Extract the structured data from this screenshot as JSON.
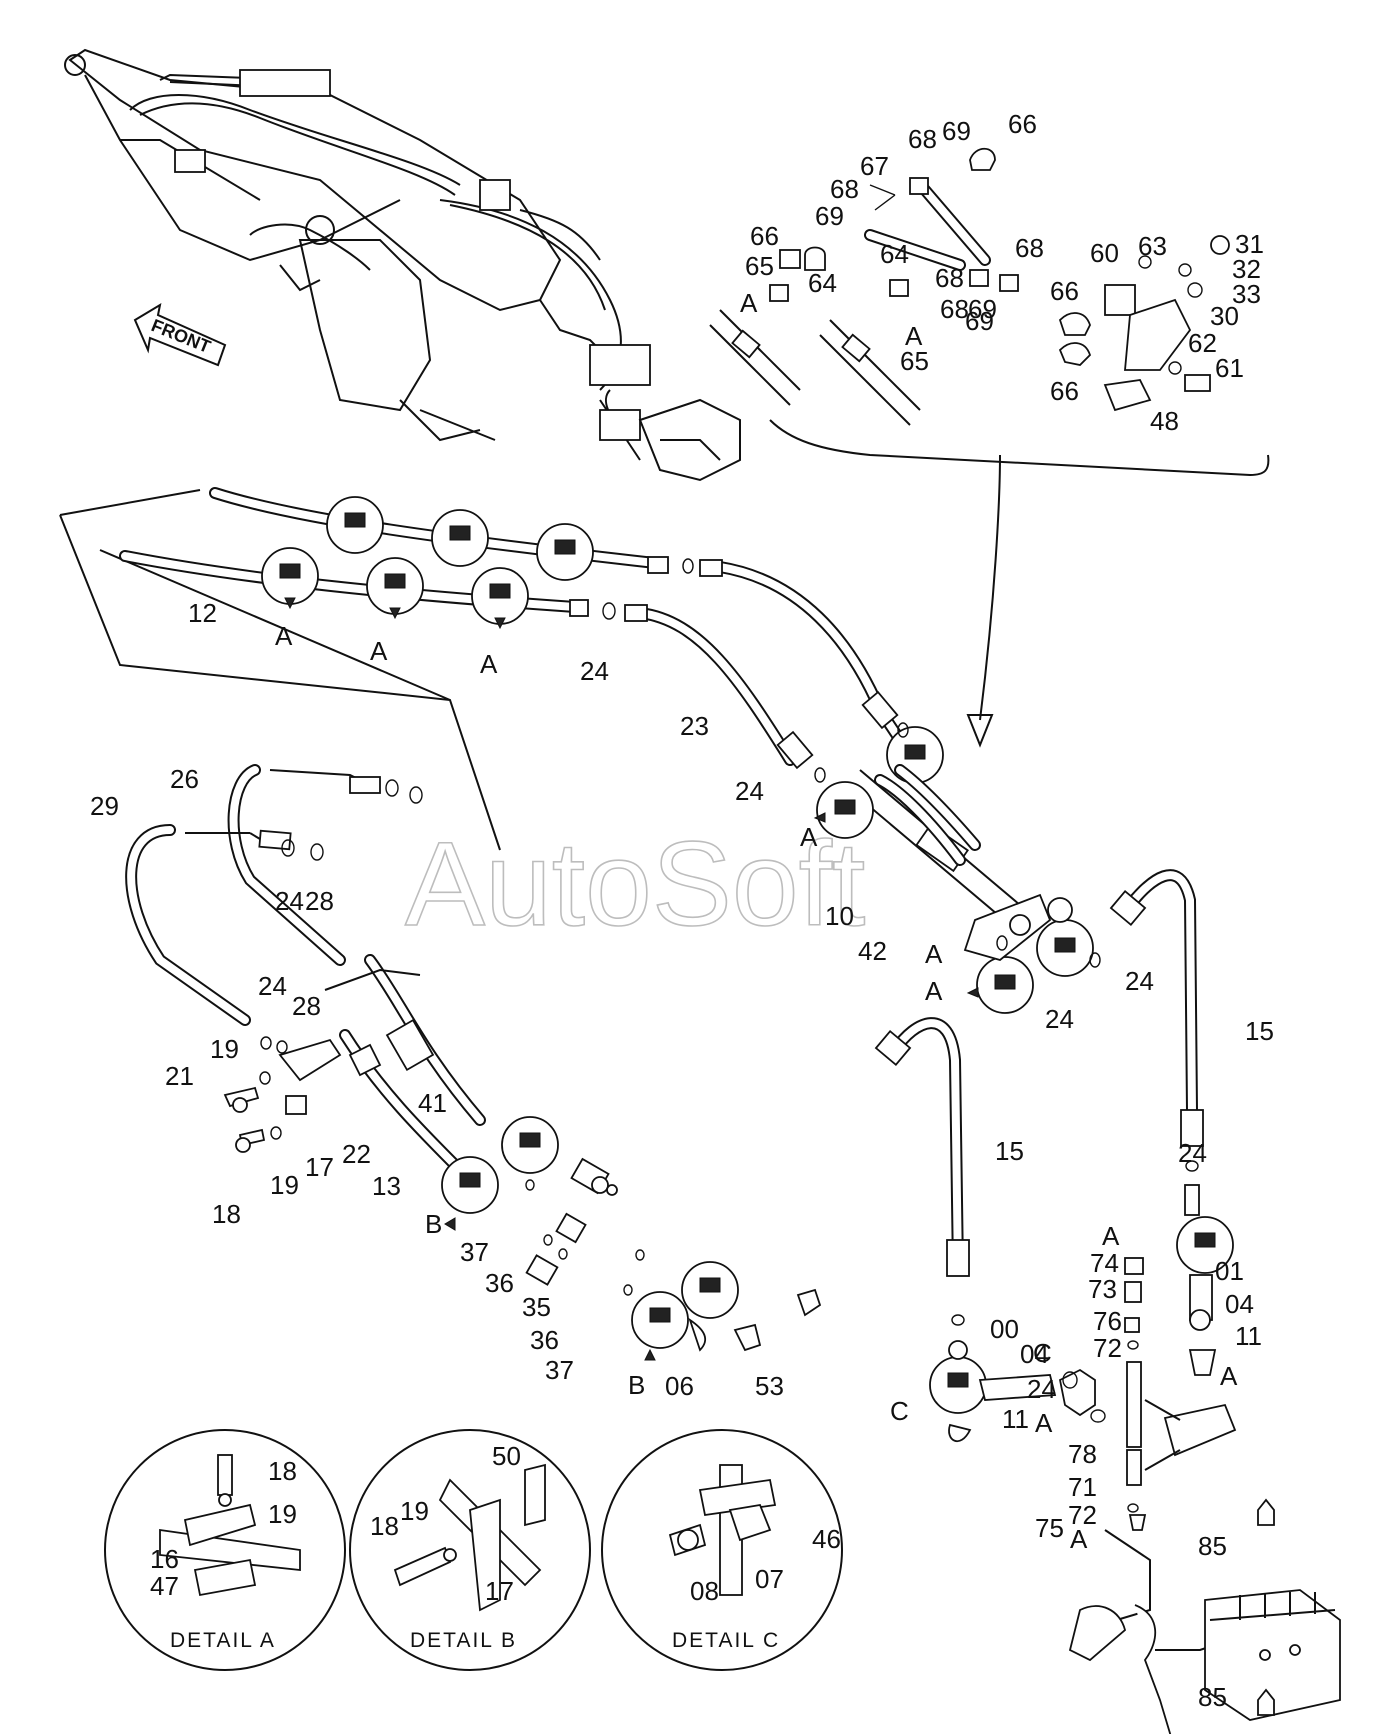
{
  "labels": {
    "front": "FRONT",
    "watermark": "AutoSoft"
  },
  "detail_titles": [
    "DETAIL A",
    "DETAIL B",
    "DETAIL C"
  ],
  "callouts": [
    "66",
    "69",
    "68",
    "67",
    "68",
    "69",
    "66",
    "65",
    "A",
    "64",
    "64",
    "68",
    "69",
    "68",
    "60",
    "63",
    "31",
    "32",
    "33",
    "30",
    "66",
    "A",
    "65",
    "68",
    "69",
    "62",
    "61",
    "66",
    "48",
    "12",
    "A",
    "A",
    "A",
    "24",
    "23",
    "24",
    "A",
    "29",
    "26",
    "24",
    "28",
    "10",
    "42",
    "A",
    "24",
    "A",
    "24",
    "15",
    "15",
    "24",
    "24",
    "28",
    "19",
    "21",
    "41",
    "22",
    "18",
    "19",
    "17",
    "13",
    "B",
    "37",
    "36",
    "35",
    "36",
    "37",
    "B",
    "06",
    "53",
    "C",
    "A",
    "74",
    "73",
    "76",
    "72",
    "01",
    "04",
    "11",
    "A",
    "24",
    "00",
    "04",
    "C",
    "11",
    "A",
    "78",
    "71",
    "72",
    "75",
    "A",
    "85",
    "85",
    "18",
    "19",
    "16",
    "47",
    "50",
    "19",
    "18",
    "17",
    "46",
    "08",
    "07"
  ]
}
